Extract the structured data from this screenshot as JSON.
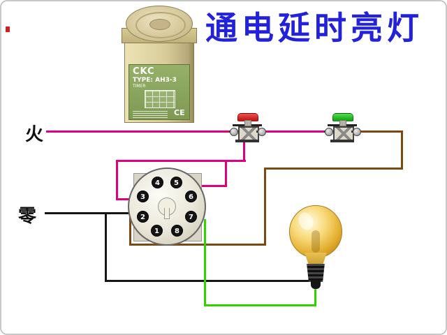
{
  "title": "通电延时亮灯",
  "title_color": "#2222dd",
  "terminals": {
    "live_label": "火",
    "neutral_label": "零"
  },
  "relay_unit": {
    "brand": "CKC",
    "model": "TYPE: AH3-3",
    "sub": "TIMER",
    "cert": "CE"
  },
  "socket": {
    "pins": [
      "1",
      "2",
      "3",
      "4",
      "5",
      "6",
      "7",
      "8"
    ]
  },
  "push_buttons": {
    "red_cap_color": "#d81e1e",
    "green_cap_color": "#1fbf1f"
  },
  "wire_colors": {
    "live": "#e0007e",
    "neutral": "#151515",
    "return": "#7a4a12",
    "lamp": "#2fd400"
  },
  "bulb_color": "#e3ae2e"
}
